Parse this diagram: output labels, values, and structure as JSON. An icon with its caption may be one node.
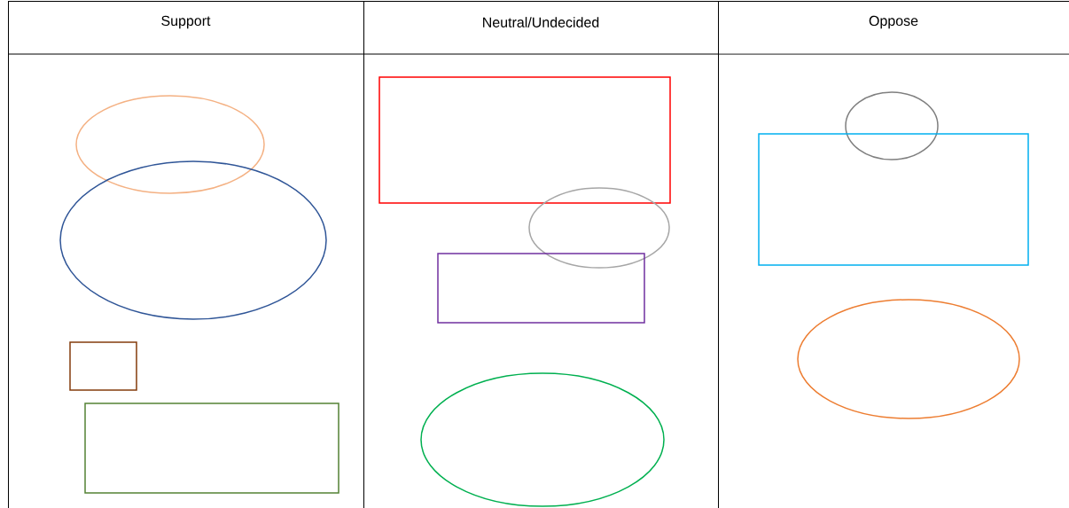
{
  "diagram": {
    "nodes": [
      {
        "text": [
          "Support"
        ]
      },
      {
        "text": [
          "Neutral/Undecided"
        ]
      },
      {
        "text": [
          "Oppose"
        ]
      },
      {
        "text": [],
        "shape": "circle",
        "in": 0
      },
      {
        "text": [],
        "shape": "circle",
        "in": 0
      },
      {
        "text": [],
        "shape": "box",
        "in": 0
      },
      {
        "text": [],
        "shape": "box",
        "in": 0
      },
      {
        "text": [],
        "shape": "box",
        "in": 1
      },
      {
        "text": [],
        "shape": "circle",
        "in": 1
      },
      {
        "text": [],
        "shape": "box",
        "in": 1
      },
      {
        "text": [],
        "shape": "circle",
        "in": 1
      },
      {
        "text": [],
        "shape": "circle",
        "in": 2
      },
      {
        "text": [],
        "shape": "box",
        "in": 2
      },
      {
        "text": [],
        "shape": "circle",
        "in": 2
      }
    ]
  }
}
